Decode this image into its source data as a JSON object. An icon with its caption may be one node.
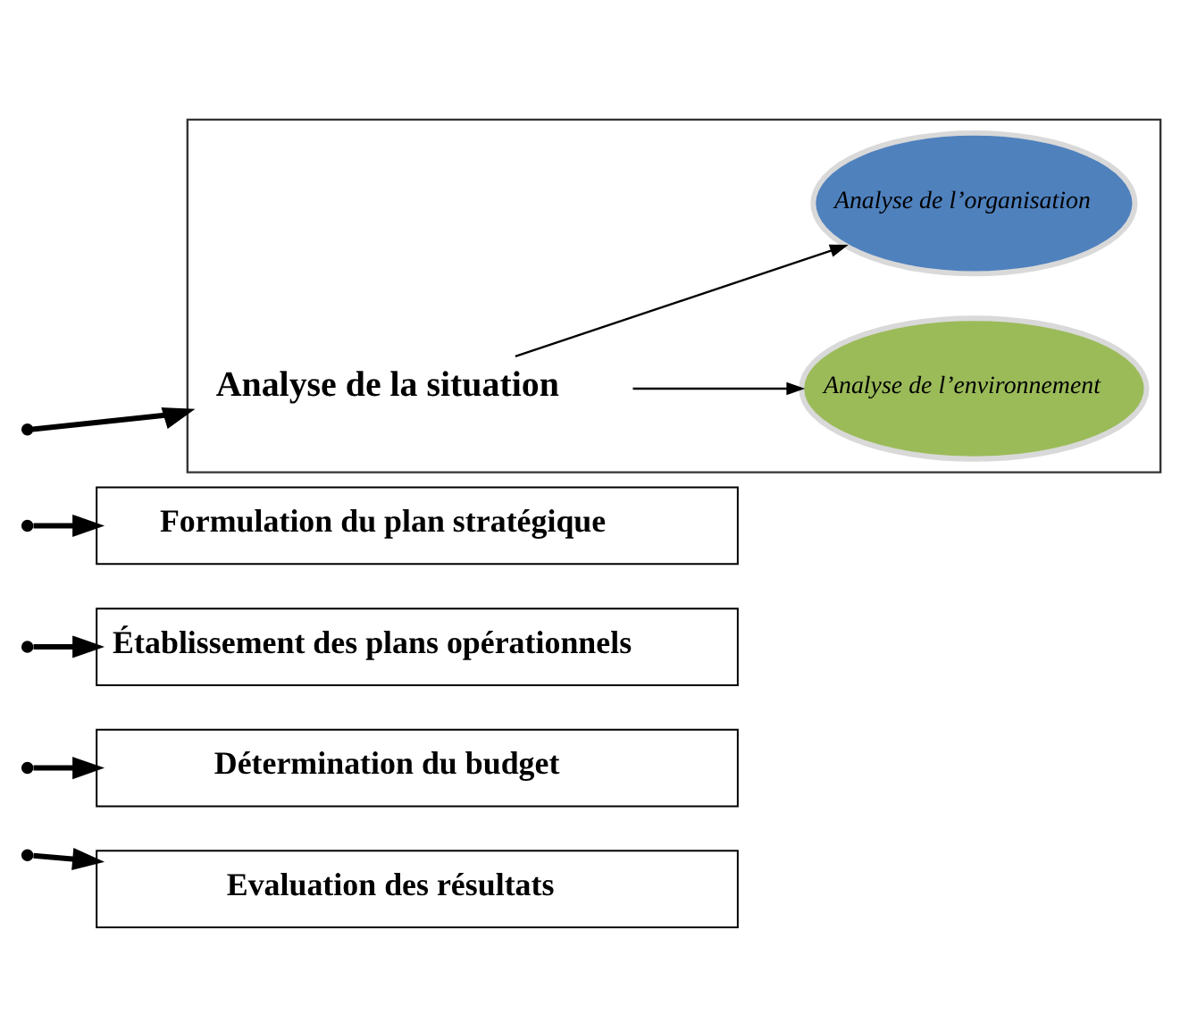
{
  "diagram": {
    "nodes": [
      {
        "text": [],
        "shape": "box"
      },
      {
        "text": [
          "Analyse de la situation"
        ],
        "in": 0
      },
      {
        "text": [
          "Analyse de l’environnement"
        ],
        "in": 0
      },
      {
        "text": [
          "Analyse de l’organisation"
        ],
        "in": 0
      },
      {
        "text": [
          "Formulation du plan stratégique"
        ]
      },
      {
        "text": [
          "Établissement des plans opérationnels"
        ]
      },
      {
        "text": [
          "Détermination du budget"
        ]
      },
      {
        "text": [
          "Evaluation des résultats"
        ]
      }
    ],
    "edges": [
      {
        "from": 1,
        "to": 2,
        "arrow": "to"
      },
      {
        "from": 1,
        "to": 3,
        "arrow": "to"
      },
      {
        "from": null,
        "to": 0,
        "arrow": "to"
      },
      {
        "from": null,
        "to": 4,
        "arrow": "to"
      },
      {
        "from": null,
        "to": 5,
        "arrow": "to"
      },
      {
        "from": null,
        "to": 6,
        "arrow": "to"
      },
      {
        "from": null,
        "to": 7,
        "arrow": "to"
      }
    ]
  }
}
